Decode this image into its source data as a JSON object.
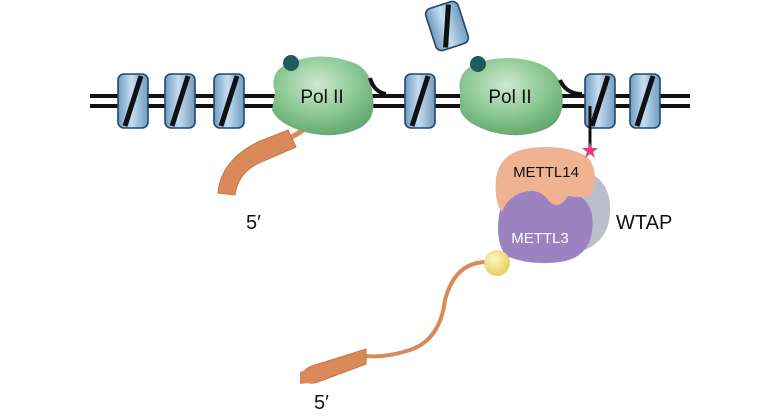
{
  "labels": {
    "pol2_left": "Pol II",
    "pol2_right": "Pol II",
    "mettl14": "METTL14",
    "mettl3": "METTL3",
    "wtap": "WTAP",
    "five_prime_top": "5′",
    "five_prime_bottom": "5′"
  },
  "icons": [
    "nucleosome-icon",
    "rna-polymerase-icon",
    "methyl-mark-icon",
    "star-mark-icon",
    "yellow-m6a-dot-icon"
  ],
  "colors": {
    "dna": "#111111",
    "nucleosome_fill": "#8fb8d8",
    "nucleosome_stroke": "#24476b",
    "pol2": "#86c48f",
    "pol2_dark": "#5fa46c",
    "methyl_dot": "#1e5b5b",
    "rna": "#d98a58",
    "mettl14": "#efb392",
    "mettl3": "#9b83c2",
    "wtap": "#b9c0cc",
    "star": "#e23c7a",
    "m6a_dot": "#efe07a"
  }
}
